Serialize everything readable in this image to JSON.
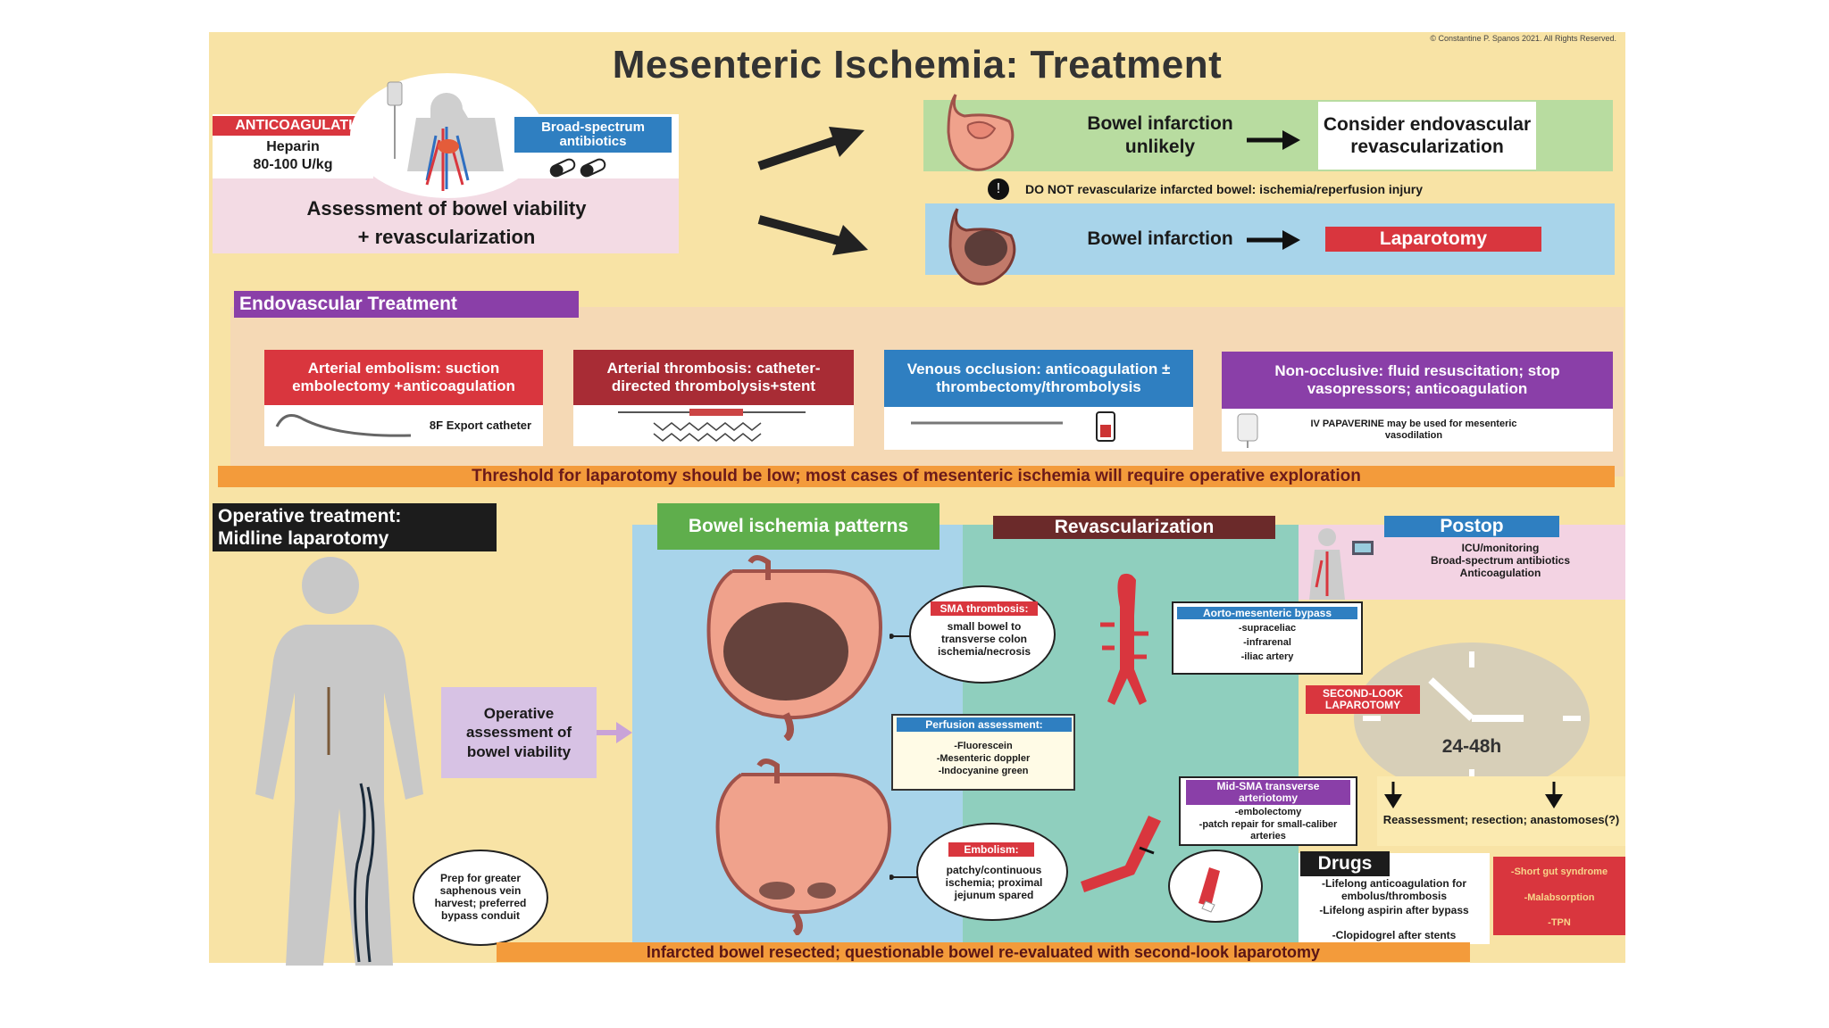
{
  "copyright": "© Constantine P. Spanos 2021. All Rights Reserved.",
  "title": "Mesenteric Ischemia: Treatment",
  "top_left": {
    "anticoag_label": "ANTICOAGULATION",
    "heparin_line1": "Heparin",
    "heparin_line2": "80-100 U/kg",
    "antibiotics_label": "Broad-spectrum antibiotics",
    "assessment_line1": "Assessment of bowel viability",
    "assessment_line2": "+ revascularization"
  },
  "pathway_top": {
    "bowel_unlikely": "Bowel infarction unlikely",
    "consider": "Consider endovascular revascularization"
  },
  "warning": "DO NOT revascularize infarcted bowel: ischemia/reperfusion injury",
  "pathway_bottom": {
    "bowel_infarction": "Bowel infarction",
    "laparotomy": "Laparotomy"
  },
  "endovascular_header": "Endovascular Treatment",
  "endo_cards": [
    {
      "title": "Arterial embolism: suction embolectomy +anticoagulation",
      "note": "8F Export catheter"
    },
    {
      "title": "Arterial thrombosis: catheter-directed thrombolysis+stent",
      "note": ""
    },
    {
      "title": "Venous occlusion: anticoagulation ± thrombectomy/thrombolysis",
      "note": ""
    },
    {
      "title": "Non-occlusive: fluid resuscitation; stop vasopressors; anticoagulation",
      "note": "IV PAPAVERINE may be used for mesenteric vasodilation"
    }
  ],
  "threshold_banner": "Threshold for laparotomy should be low; most cases of mesenteric ischemia will require operative exploration",
  "operative": {
    "header_line1": "Operative treatment:",
    "header_line2": "Midline laparotomy",
    "assessment": "Operative assessment of bowel viability",
    "saphenous": "Prep for greater saphenous vein harvest; preferred bypass conduit"
  },
  "patterns_header": "Bowel ischemia patterns",
  "sma_thrombosis": {
    "label": "SMA thrombosis:",
    "text": "small bowel to transverse colon ischemia/necrosis"
  },
  "perfusion": {
    "label": "Perfusion assessment:",
    "items": [
      "-Fluorescein",
      "-Mesenteric doppler",
      "-Indocyanine green"
    ]
  },
  "embolism": {
    "label": "Embolism:",
    "text": "patchy/continuous ischemia; proximal jejunum spared"
  },
  "revasc_header": "Revascularization",
  "bypass": {
    "label": "Aorto-mesenteric bypass",
    "items": [
      "-supraceliac",
      "-infrarenal",
      "-iliac artery"
    ]
  },
  "arteriotomy": {
    "label": "Mid-SMA transverse arteriotomy",
    "items": [
      "-embolectomy",
      "-patch repair for small-caliber arteries"
    ]
  },
  "postop": {
    "header": "Postop",
    "items": [
      "ICU/monitoring",
      "Broad-spectrum antibiotics",
      "Anticoagulation"
    ],
    "second_look": "SECOND-LOOK LAPAROTOMY",
    "clock": "24-48h",
    "reassessment": "Reassessment; resection; anastomoses(?)"
  },
  "drugs": {
    "header": "Drugs",
    "items": [
      "-Lifelong anticoagulation for embolus/thrombosis",
      "-Lifelong aspirin after bypass",
      "-Clopidogrel after stents"
    ]
  },
  "complications": [
    "-Short gut syndrome",
    "-Malabsorption",
    "-TPN"
  ],
  "bottom_banner": "Infarcted bowel resected; questionable bowel re-evaluated with second-look laparotomy",
  "colors": {
    "bg": "#f8e3a5",
    "red": "#d9363e",
    "blue": "#2f7fc1",
    "purple": "#8a3fa8",
    "green": "#5fae4c",
    "orange": "#f39b3b"
  }
}
